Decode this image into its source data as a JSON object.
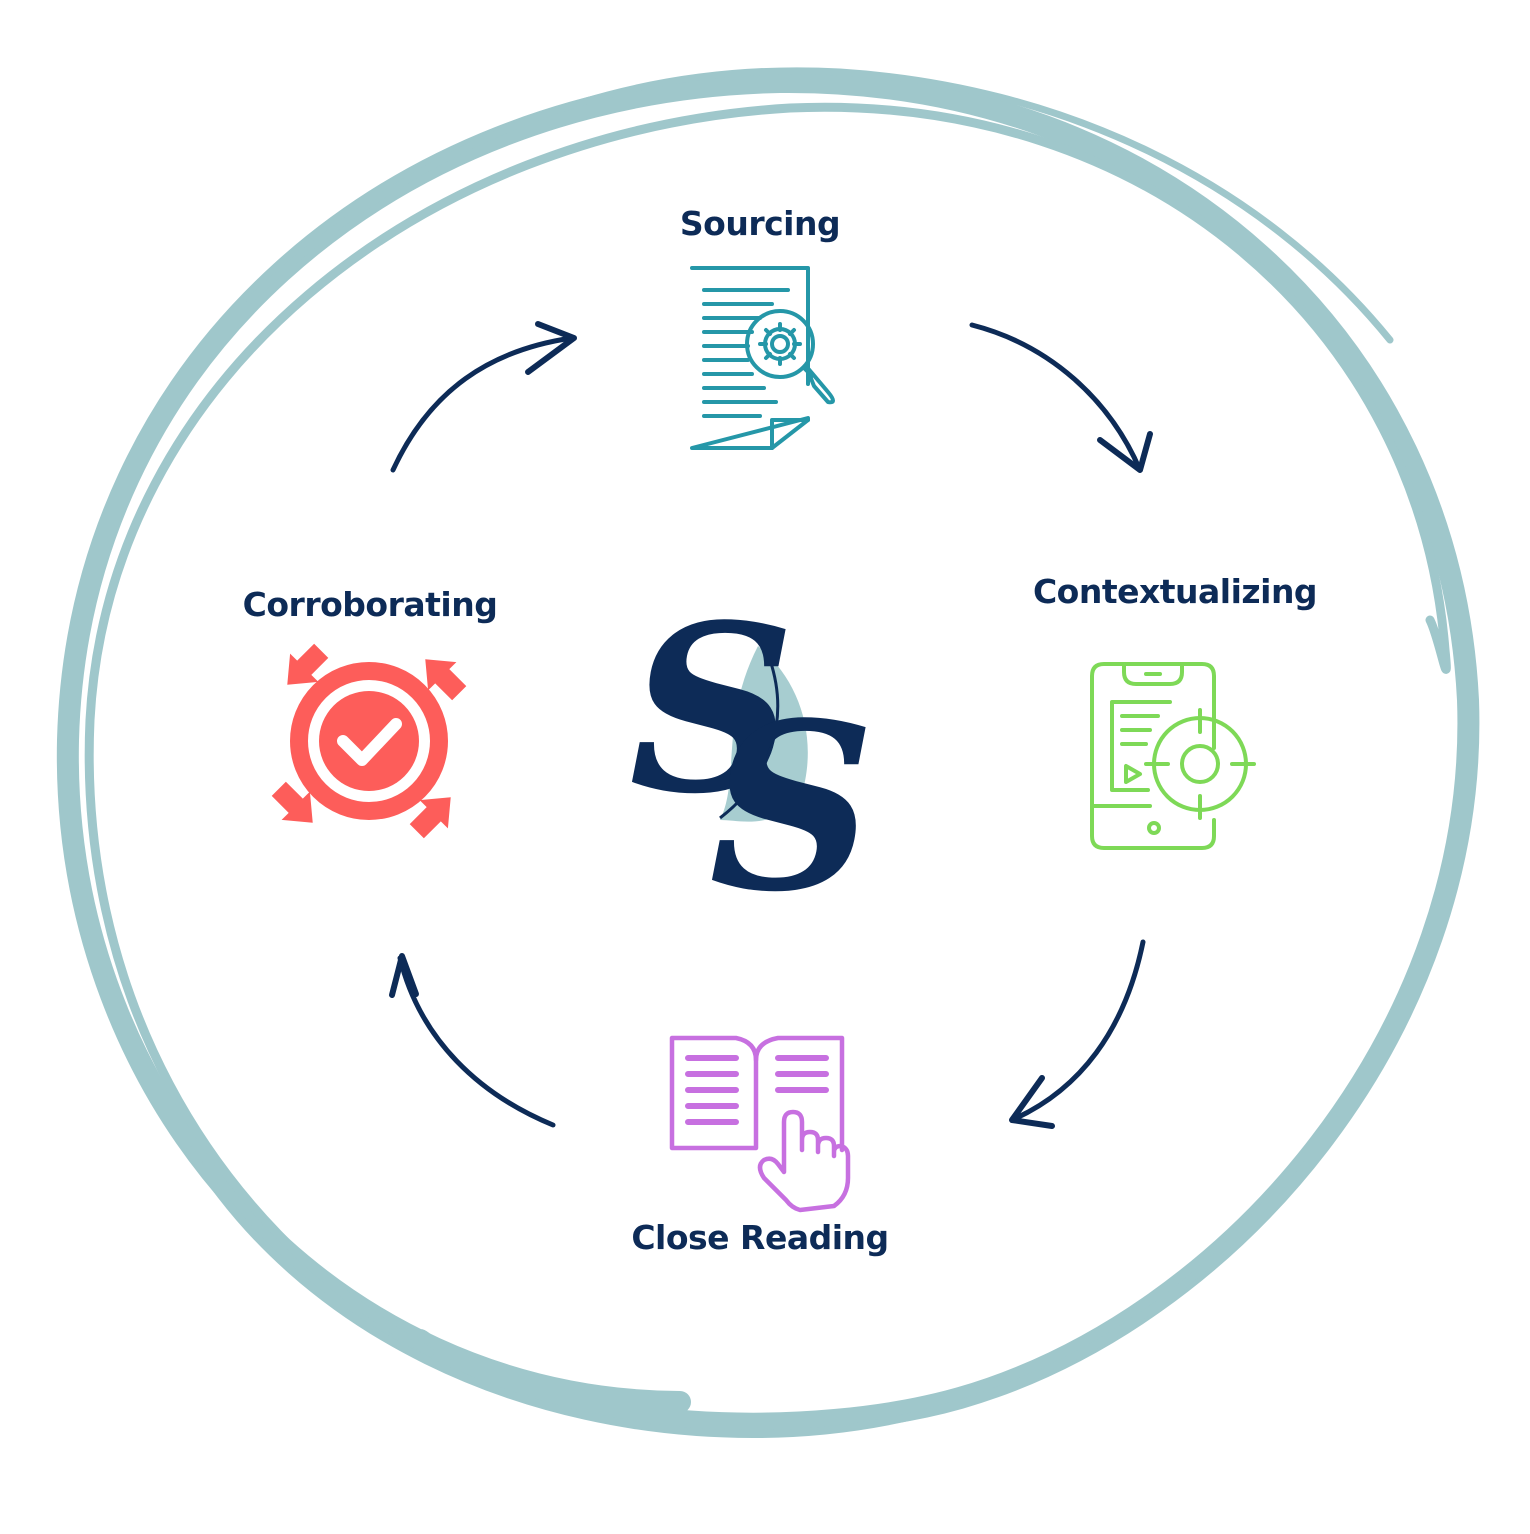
{
  "colors": {
    "ring": "#9fc7cb",
    "navy": "#0d2b57",
    "logo_leaf": "#a7cdd0",
    "sourcing": "#2597a8",
    "contextualizing": "#7ed957",
    "close_reading": "#c770e0",
    "corroborating": "#fd5d5a"
  },
  "steps": [
    {
      "label": "Sourcing",
      "icon": "document-search-icon"
    },
    {
      "label": "Contextualizing",
      "icon": "phone-target-icon"
    },
    {
      "label": "Close Reading",
      "icon": "book-pointer-icon"
    },
    {
      "label": "Corroborating",
      "icon": "target-check-icon"
    }
  ],
  "logo": {
    "monogram": "SS"
  }
}
